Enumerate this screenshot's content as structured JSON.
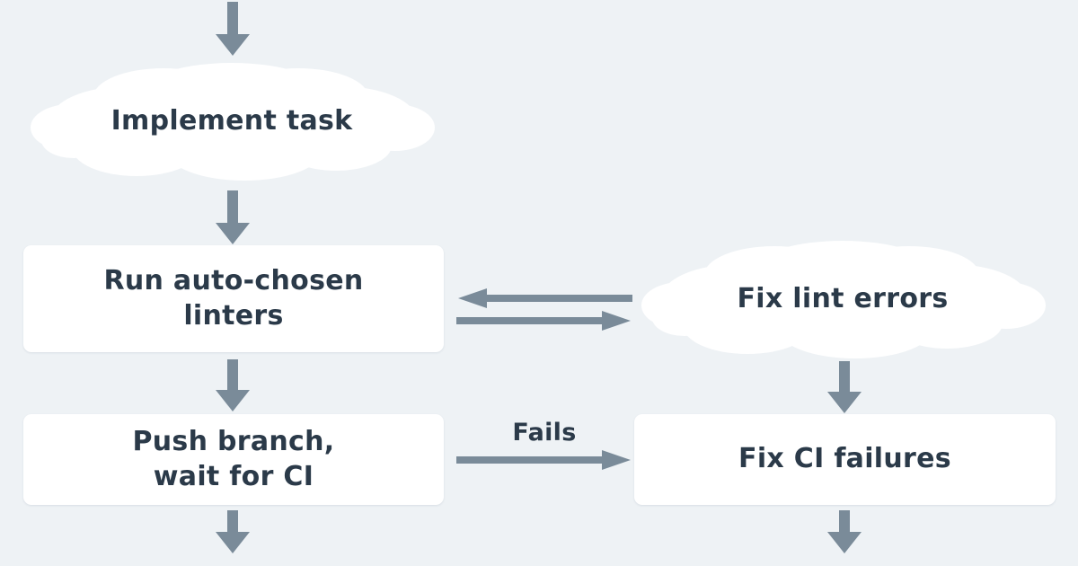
{
  "diagram": {
    "title": "Coding agent workflow flowchart",
    "background_color": "#eef2f5",
    "node_fill": "#ffffff",
    "text_color": "#2b3a49",
    "arrow_color": "#7a8b99",
    "nodes": [
      {
        "id": "implement",
        "label": "Implement task",
        "shape": "cloud"
      },
      {
        "id": "linters",
        "label": "Run auto-chosen\nlinters",
        "shape": "box"
      },
      {
        "id": "fixlint",
        "label": "Fix lint errors",
        "shape": "cloud"
      },
      {
        "id": "push",
        "label": "Push branch,\nwait for CI",
        "shape": "box"
      },
      {
        "id": "fixci",
        "label": "Fix CI failures",
        "shape": "box"
      }
    ],
    "node_labels": {
      "implement": "Implement task",
      "linters_line1": "Run auto-chosen",
      "linters_line2": "linters",
      "fixlint": "Fix lint errors",
      "push_line1": "Push branch,",
      "push_line2": "wait for CI",
      "fixci": "Fix CI failures"
    },
    "edges": [
      {
        "id": "e-in-implement",
        "from": "(entry)",
        "to": "implement",
        "label": "",
        "direction": "down"
      },
      {
        "id": "e-implement-lint",
        "from": "implement",
        "to": "linters",
        "label": "",
        "direction": "down"
      },
      {
        "id": "e-fixlint-lint",
        "from": "fixlint",
        "to": "linters",
        "label": "",
        "direction": "left"
      },
      {
        "id": "e-lint-fixlint",
        "from": "linters",
        "to": "fixlint",
        "label": "",
        "direction": "right"
      },
      {
        "id": "e-lint-push",
        "from": "linters",
        "to": "push",
        "label": "",
        "direction": "down"
      },
      {
        "id": "e-push-fixci",
        "from": "push",
        "to": "fixci",
        "label": "Fails",
        "direction": "right"
      },
      {
        "id": "e-fixlint-down",
        "from": "fixlint",
        "to": "fixci",
        "label": "",
        "direction": "down"
      },
      {
        "id": "e-push-out",
        "from": "push",
        "to": "(exit)",
        "label": "",
        "direction": "down"
      },
      {
        "id": "e-fixci-out",
        "from": "fixci",
        "to": "(exit)",
        "label": "",
        "direction": "down"
      }
    ],
    "edge_labels": {
      "fails": "Fails"
    }
  }
}
